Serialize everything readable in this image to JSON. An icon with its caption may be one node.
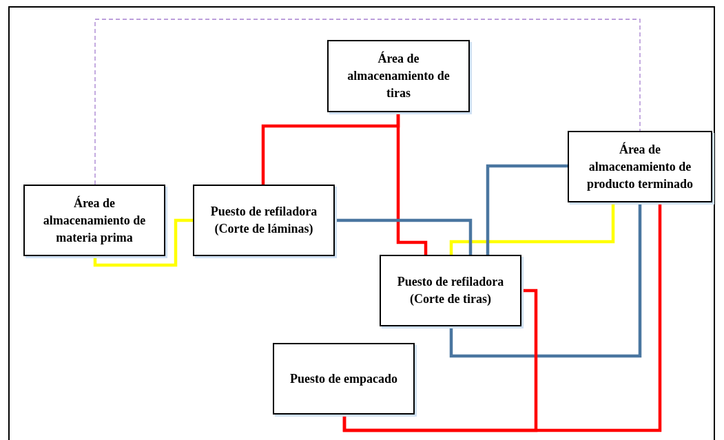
{
  "diagram": {
    "nodes": [
      {
        "text": [
          "Área de almacenamiento de tiras"
        ]
      },
      {
        "text": [
          "Área de almacenamiento de producto terminado"
        ]
      },
      {
        "text": [
          "Área de almacenamiento de materia prima"
        ]
      },
      {
        "text": [
          "Puesto de refiladora (Corte de láminas)"
        ]
      },
      {
        "text": [
          "Puesto de refiladora (Corte de tiras)"
        ]
      },
      {
        "text": [
          "Puesto de empacado"
        ]
      }
    ],
    "edges": [
      {
        "from": 2,
        "to": 1,
        "arrow": "none",
        "style": "dashed",
        "color": "#a57fcf"
      },
      {
        "from": 2,
        "to": 3,
        "arrow": "none",
        "color": "#ffff00"
      },
      {
        "from": 1,
        "to": 4,
        "arrow": "none",
        "color": "#ffff00"
      },
      {
        "from": 0,
        "to": 3,
        "arrow": "none",
        "color": "#ff0000"
      },
      {
        "from": 0,
        "to": 4,
        "arrow": "none",
        "color": "#ff0000"
      },
      {
        "from": 3,
        "to": 4,
        "arrow": "none",
        "color": "#4a76a0"
      },
      {
        "from": 1,
        "to": 4,
        "arrow": "none",
        "color": "#4a76a0"
      },
      {
        "from": 4,
        "to": 1,
        "arrow": "none",
        "color": "#4a76a0"
      },
      {
        "from": 4,
        "to": 5,
        "arrow": "none",
        "color": "#ff0000"
      },
      {
        "from": 1,
        "to": 5,
        "arrow": "none",
        "color": "#ff0000"
      }
    ]
  }
}
